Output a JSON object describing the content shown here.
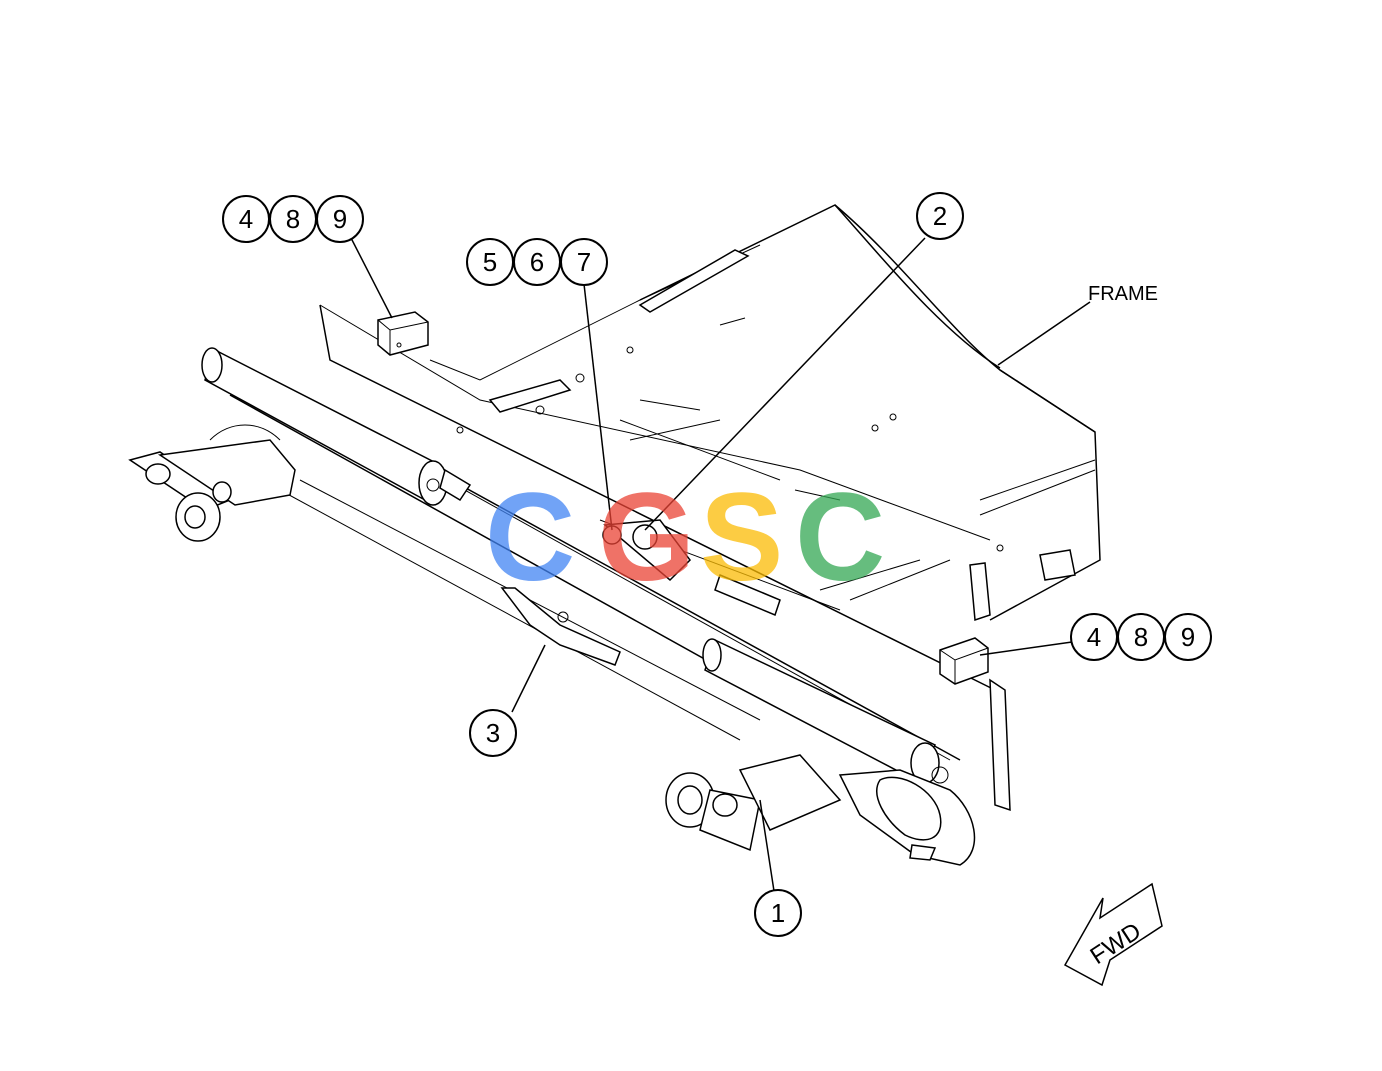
{
  "callouts": {
    "c489_top": [
      "4",
      "8",
      "9"
    ],
    "c567": [
      "5",
      "6",
      "7"
    ],
    "c2": "2",
    "c489_right": [
      "4",
      "8",
      "9"
    ],
    "c3": "3",
    "c1": "1"
  },
  "frame_label": "FRAME",
  "fwd_label": "FWD",
  "watermark": {
    "text": "CGSC",
    "colors": [
      "#4285F4",
      "#EA4335",
      "#FBBC05",
      "#34A853"
    ]
  }
}
